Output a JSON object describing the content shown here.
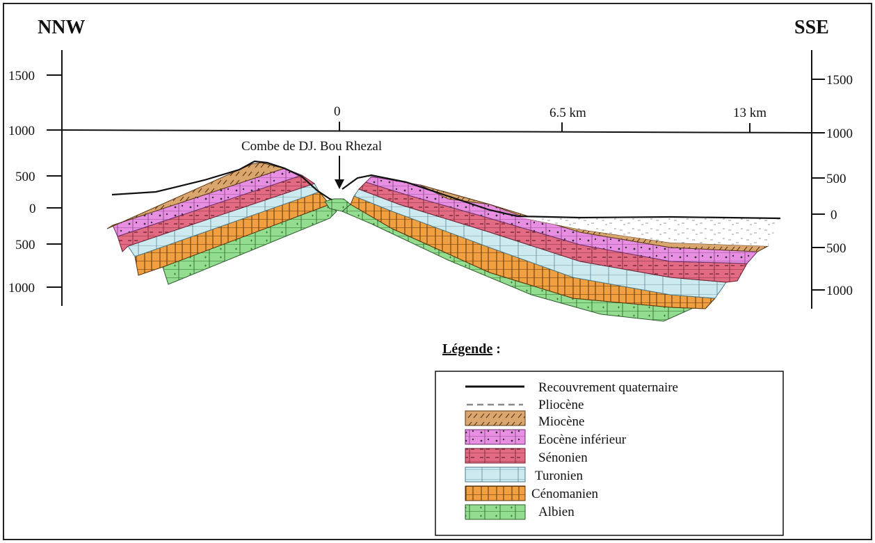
{
  "header": {
    "left_direction": "NNW",
    "right_direction": "SSE"
  },
  "elevation_axis": {
    "left_ticks": [
      "1500",
      "1000",
      "500",
      "0",
      "500",
      "1000"
    ],
    "right_ticks": [
      "1500",
      "1000",
      "500",
      "0",
      "500",
      "1000"
    ]
  },
  "distance_axis": {
    "labels": [
      "0",
      "6.5 km",
      "13 km"
    ]
  },
  "annotation": {
    "label": "Combe de DJ. Bou Rhezal"
  },
  "legend": {
    "title": "Légende",
    "title_suffix": " :",
    "items": [
      {
        "label": "Recouvrement quaternaire",
        "color": "#111111"
      },
      {
        "label": "Pliocène",
        "color": "#b9b2a8"
      },
      {
        "label": "Miocène",
        "color": "#d9a46a"
      },
      {
        "label": "Eocène inférieur",
        "color": "#e58be0"
      },
      {
        "label": "Sénonien",
        "color": "#e0667f"
      },
      {
        "label": "Turonien",
        "color": "#c8e7ef"
      },
      {
        "label": "Cénomanien",
        "color": "#ef9a3a"
      },
      {
        "label": "Albien",
        "color": "#8fdc8c"
      }
    ]
  }
}
